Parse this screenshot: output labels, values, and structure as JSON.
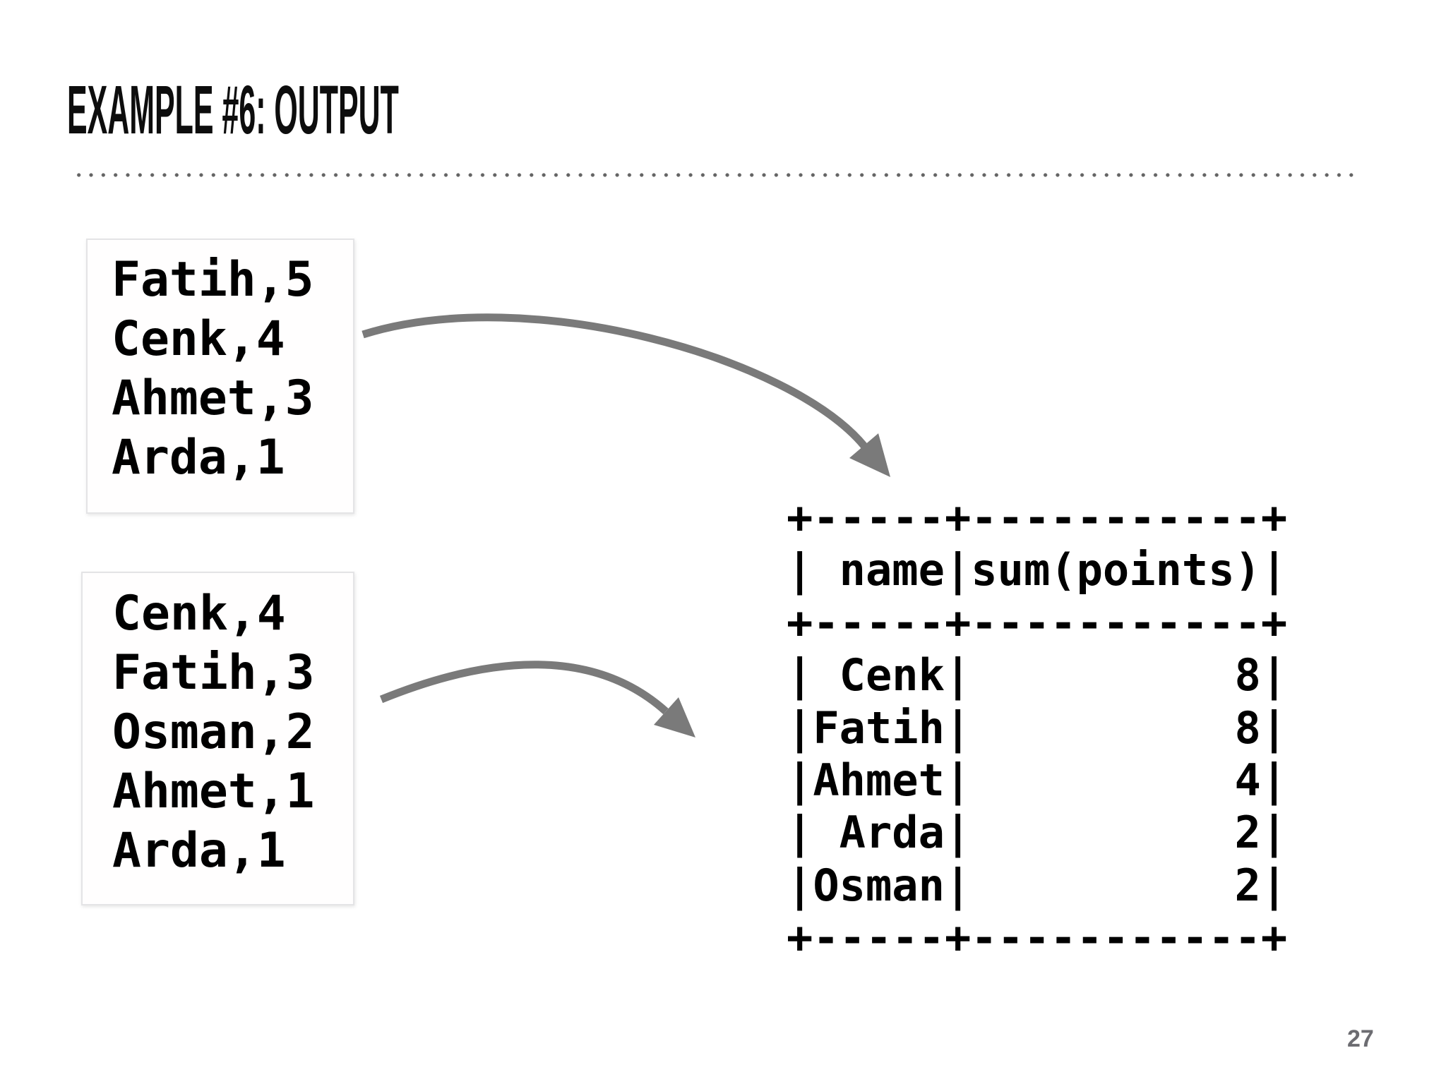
{
  "slide": {
    "title": "EXAMPLE #6: OUTPUT",
    "page_number": "27"
  },
  "input_notes": [
    {
      "lines": [
        "Fatih,5",
        "Cenk,4",
        "Ahmet,3",
        "Arda,1"
      ]
    },
    {
      "lines": [
        "Cenk,4",
        "Fatih,3",
        "Osman,2",
        "Ahmet,1",
        "Arda,1"
      ]
    }
  ],
  "output_table": {
    "ascii_lines": [
      "+-----+-----------+",
      "| name|sum(points)|",
      "+-----+-----------+",
      "| Cenk|          8|",
      "|Fatih|          8|",
      "|Ahmet|          4|",
      "| Arda|          2|",
      "|Osman|          2|",
      "+-----+-----------+"
    ],
    "columns": [
      "name",
      "sum(points)"
    ],
    "rows": [
      [
        "Cenk",
        "8"
      ],
      [
        "Fatih",
        "8"
      ],
      [
        "Ahmet",
        "4"
      ],
      [
        "Arda",
        "2"
      ],
      [
        "Osman",
        "2"
      ]
    ]
  },
  "colors": {
    "background": "#ffffff",
    "title": "#0d0d0d",
    "text": "#000000",
    "arrow": "#7a7a7a",
    "dotted_rule": "#646464",
    "page_number": "#6c6c71",
    "note_border": "#e4e4e6"
  }
}
